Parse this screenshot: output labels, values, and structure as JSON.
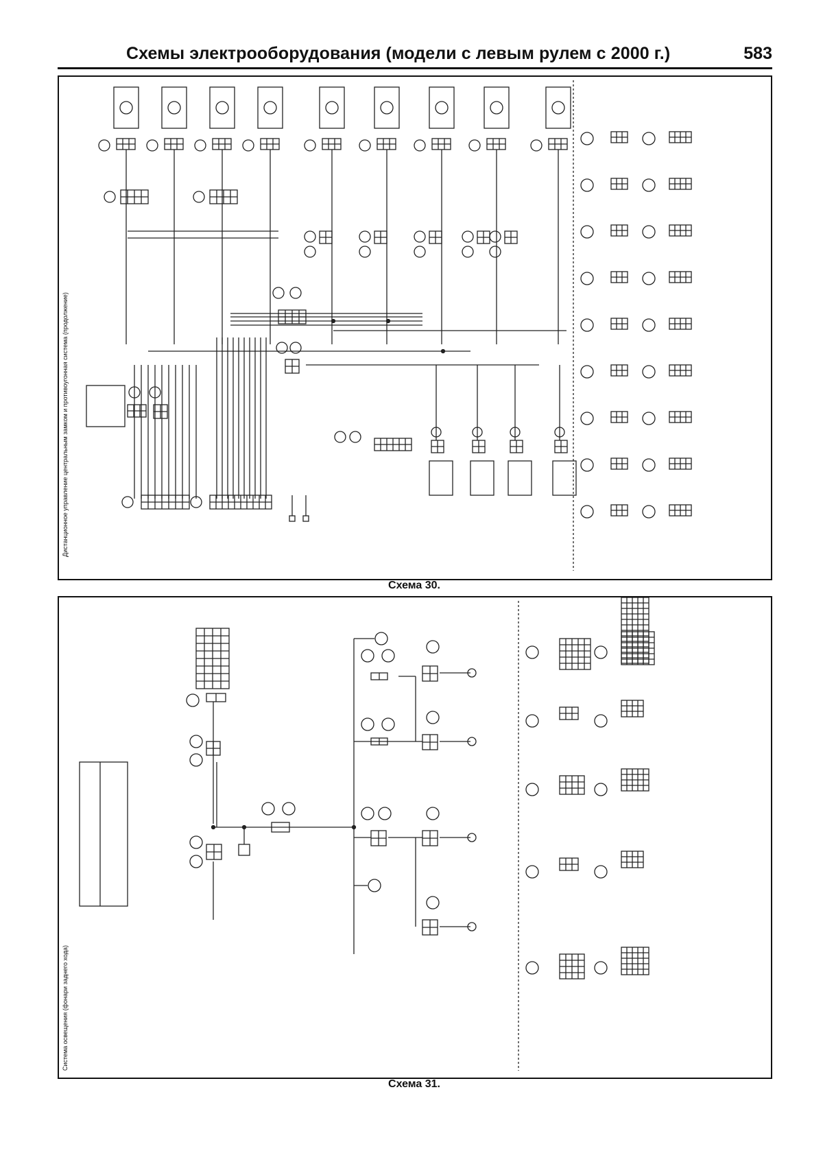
{
  "header": {
    "title": "Схемы электрооборудования (модели с левым рулем с 2000 г.)",
    "page_number": "583"
  },
  "diagrams": [
    {
      "caption": "Схема 30.",
      "side_title": "Дистанционное управление центральным замком и противоугонная система (продолжение)"
    },
    {
      "caption": "Схема 31.",
      "side_title": "Система освещения (фонари заднего хода)"
    }
  ]
}
